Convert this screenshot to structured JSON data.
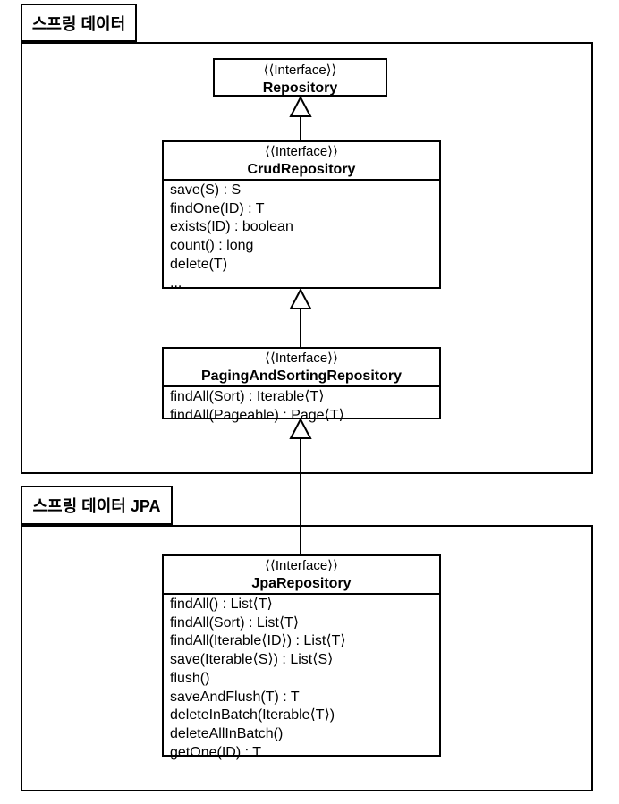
{
  "diagram": {
    "colors": {
      "line": "#000000",
      "background": "#ffffff"
    },
    "packages": {
      "spring_data": {
        "label": "스프링 데이터"
      },
      "spring_data_jpa": {
        "label": "스프링 데이터 JPA"
      }
    },
    "classes": {
      "repository": {
        "stereotype": "⟨⟨Interface⟩⟩",
        "name": "Repository",
        "methods": []
      },
      "crud_repository": {
        "stereotype": "⟨⟨Interface⟩⟩",
        "name": "CrudRepository",
        "methods": [
          "save(S) : S",
          "findOne(ID) : T",
          "exists(ID) : boolean",
          "count() : long",
          "delete(T)",
          "..."
        ]
      },
      "paging_and_sorting_repository": {
        "stereotype": "⟨⟨Interface⟩⟩",
        "name": "PagingAndSortingRepository",
        "methods": [
          "findAll(Sort) : Iterable⟨T⟩",
          "findAll(Pageable) : Page⟨T⟩"
        ]
      },
      "jpa_repository": {
        "stereotype": "⟨⟨Interface⟩⟩",
        "name": "JpaRepository",
        "methods": [
          "findAll() : List⟨T⟩",
          "findAll(Sort) : List⟨T⟩",
          "findAll(Iterable⟨ID⟩) : List⟨T⟩",
          "save(Iterable⟨S⟩) : List⟨S⟩",
          "flush()",
          "saveAndFlush(T) : T",
          "deleteInBatch(Iterable⟨T⟩)",
          "deleteAllInBatch()",
          "getOne(ID) : T"
        ]
      }
    },
    "relations": [
      {
        "type": "generalization",
        "from": "CrudRepository",
        "to": "Repository"
      },
      {
        "type": "generalization",
        "from": "PagingAndSortingRepository",
        "to": "CrudRepository"
      },
      {
        "type": "generalization",
        "from": "JpaRepository",
        "to": "PagingAndSortingRepository"
      }
    ]
  }
}
